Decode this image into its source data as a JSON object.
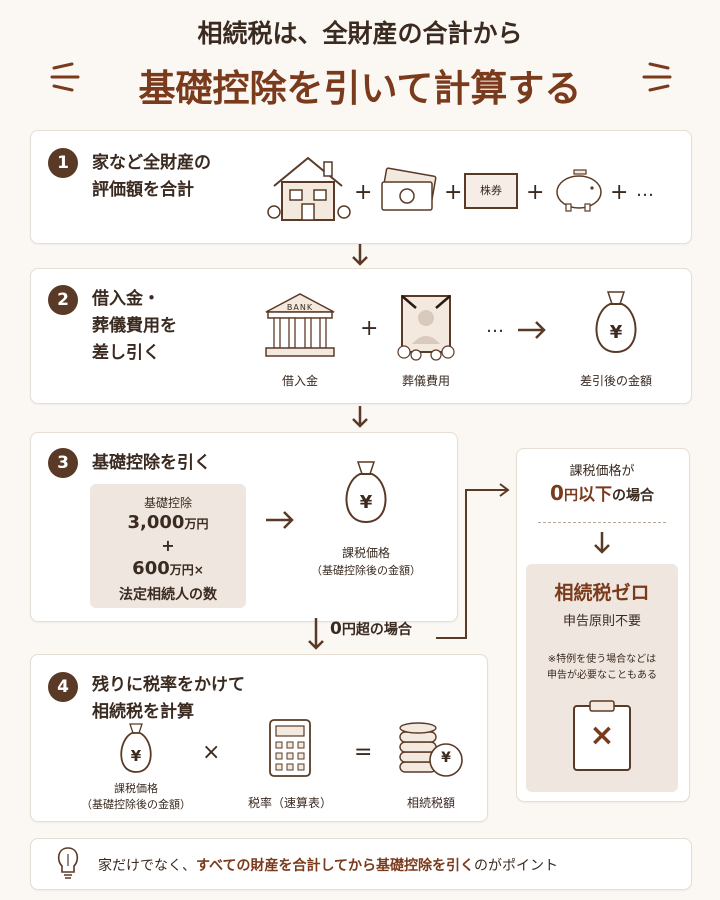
{
  "header": {
    "line1": "相続税は、全財産の合計から",
    "line2": "基礎控除を引いて計算する"
  },
  "step1": {
    "number": "1",
    "title_line1": "家など全財産の",
    "title_line2": "評価額を合計",
    "stock_label": "株券",
    "plus": "+",
    "ellipsis": "…"
  },
  "step2": {
    "number": "2",
    "title_line1": "借入金・",
    "title_line2": "葬儀費用を",
    "title_line3": "差し引く",
    "bank_sign": "BANK",
    "loan_label": "借入金",
    "funeral_label": "葬儀費用",
    "plus": "+",
    "ellipsis": "…",
    "yen": "¥",
    "after_label": "差引後の金額"
  },
  "step3": {
    "number": "3",
    "title": "基礎控除を引く",
    "box_title": "基礎控除",
    "amount1": "3,000",
    "unit1": "万円",
    "plus": "+",
    "amount2": "600",
    "unit2": "万円×",
    "line_heirs": "法定相続人の数",
    "yen": "¥",
    "taxable_label": "課税価格",
    "taxable_sub": "（基礎控除後の金額）",
    "over_zero_num": "0",
    "over_zero_text": "円超の場合"
  },
  "side": {
    "line1": "課税価格が",
    "zero_num": "0",
    "zero_unit": "円",
    "zero_below": "以下",
    "zero_case": "の場合",
    "result_title": "相続税ゼロ",
    "result_sub": "申告原則不要",
    "note_line1": "※特例を使う場合などは",
    "note_line2": "申告が必要なこともある",
    "x_mark": "×"
  },
  "step4": {
    "number": "4",
    "title_line1": "残りに税率をかけて",
    "title_line2": "相続税を計算",
    "yen": "¥",
    "taxable_label": "課税価格",
    "taxable_sub": "（基礎控除後の金額）",
    "times": "×",
    "rate_label": "税率（速算表）",
    "equals": "=",
    "tax_label": "相続税額"
  },
  "footer": {
    "prefix": "家だけでなく、",
    "highlight": "すべての財産を合計してから基礎控除を引く",
    "suffix": "のがポイント"
  },
  "colors": {
    "brown_dark": "#5a3a26",
    "accent": "#7a3a1c",
    "text": "#3a2a20",
    "card_border": "#e6ddd3",
    "panel_beige": "#efe7df"
  }
}
